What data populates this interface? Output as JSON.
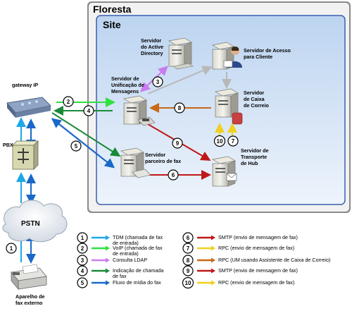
{
  "containers": {
    "forest": "Floresta",
    "site": "Site"
  },
  "nodes": {
    "gateway": "gateway IP",
    "pbx": "PBX",
    "pstn": "PSTN",
    "fax_device": [
      "Aparelho de",
      "fax externo"
    ],
    "ad_server": [
      "Servidor",
      "do Active",
      "Directory"
    ],
    "um_server": [
      "Servidor de",
      "Unificação de",
      "Mensagens"
    ],
    "cas_server": [
      "Servidor de Acesso",
      "para Cliente"
    ],
    "mailbox_server": [
      "Servidor",
      "de Caixa",
      "de Correio"
    ],
    "fax_partner": [
      "Servidor",
      "parceiro de fax"
    ],
    "hub_server": [
      "Servidor de",
      "Transporte",
      "de Hub"
    ]
  },
  "legend": [
    {
      "num": "1",
      "color": "#1ea8e8",
      "text": [
        "TDM (chamada de fax",
        "de entrada)"
      ]
    },
    {
      "num": "2",
      "color": "#2ee040",
      "text": [
        "VoIP (chamada de fax",
        "de entrada)"
      ]
    },
    {
      "num": "3",
      "color": "#c87cf0",
      "text": [
        "Consulta LDAP"
      ]
    },
    {
      "num": "4",
      "color": "#1a8a3a",
      "text": [
        "Indicação de chamada",
        "de fax"
      ]
    },
    {
      "num": "5",
      "color": "#1a68c8",
      "text": [
        "Fluxo de mídia do fax"
      ]
    },
    {
      "num": "6",
      "color": "#c01818",
      "text": [
        "SMTP (envio de mensagem de fax)"
      ]
    },
    {
      "num": "7",
      "color": "#f0d020",
      "text": [
        "RPC (envio de mensagem de fax)"
      ]
    },
    {
      "num": "8",
      "color": "#c86818",
      "text": [
        "RPC (UM usando Assistente de Caixa de Correio)"
      ]
    },
    {
      "num": "9",
      "color": "#c01818",
      "text": [
        "SMTP (envio de mensagem de fax)"
      ]
    },
    {
      "num": "10",
      "color": "#f0d020",
      "text": [
        "RPC (envio de mensagem de fax)"
      ]
    }
  ],
  "diagram_labels": [
    "1",
    "2",
    "3",
    "4",
    "5",
    "6",
    "7",
    "8",
    "9",
    "10"
  ]
}
